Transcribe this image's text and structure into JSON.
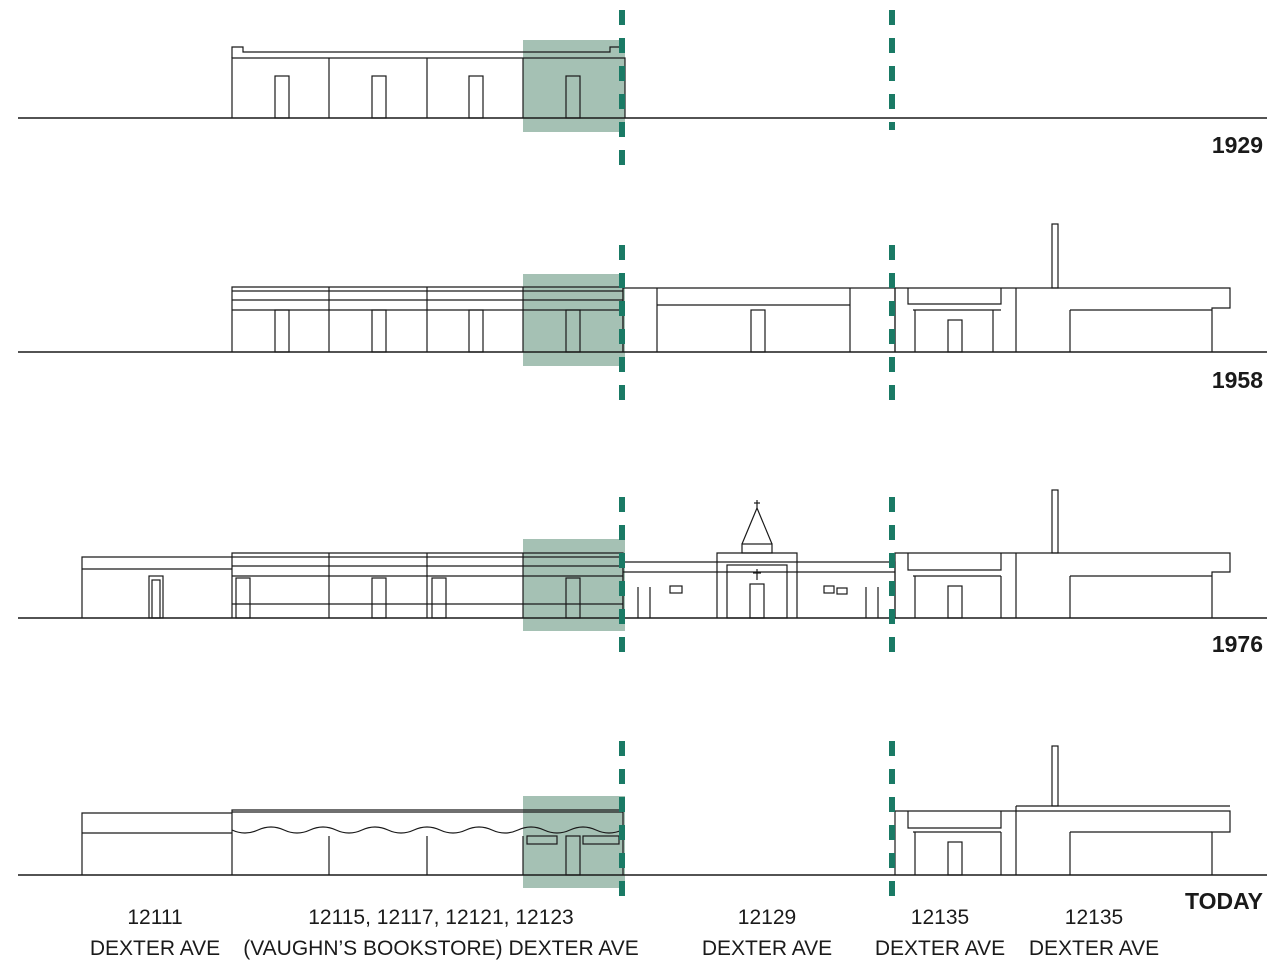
{
  "rows": [
    {
      "year": "1929"
    },
    {
      "year": "1958"
    },
    {
      "year": "1976"
    },
    {
      "year": "TODAY"
    }
  ],
  "addresses": [
    {
      "number": "12111",
      "street": "DEXTER AVE"
    },
    {
      "number": "12115, 12117, 12121, 12123",
      "street": "(VAUGHN’S BOOKSTORE) DEXTER AVE"
    },
    {
      "number": "12129",
      "street": "DEXTER AVE"
    },
    {
      "number": "12135",
      "street": "DEXTER AVE"
    },
    {
      "number": "12135",
      "street": "DEXTER AVE"
    }
  ],
  "colors": {
    "highlight": "#a5c1b4",
    "marker": "#1a7a65",
    "line": "#1a1a1a"
  }
}
